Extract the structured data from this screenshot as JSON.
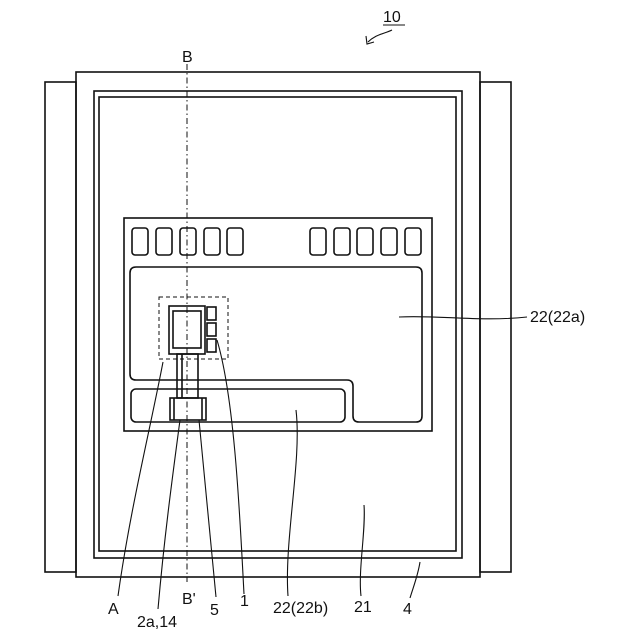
{
  "figure": {
    "ref_number": "10",
    "section_top": "B",
    "section_bottom": "B'",
    "callouts": {
      "a": "A",
      "a2_14": "2a,14",
      "b_prime": "B'",
      "five": "5",
      "one": "1",
      "r22b": "22(22b)",
      "r21": "21",
      "r4": "4",
      "r22a": "22(22a)"
    }
  }
}
